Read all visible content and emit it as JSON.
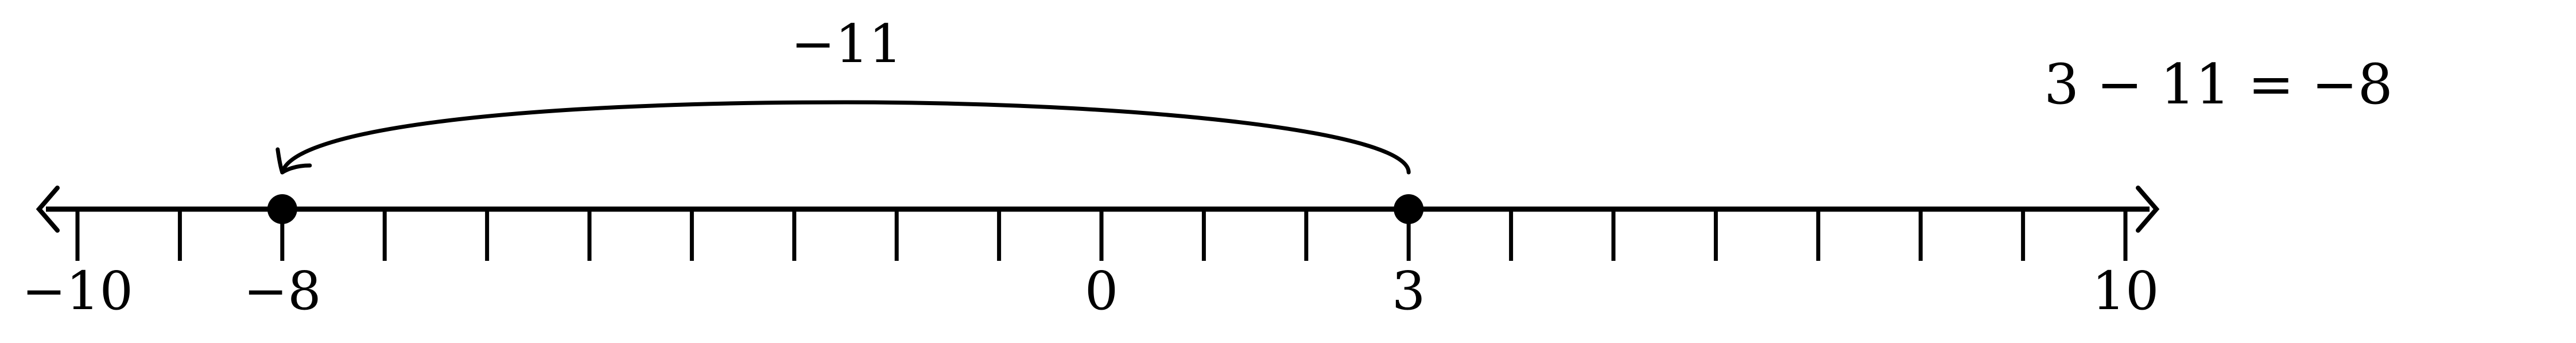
{
  "number_line": {
    "min": -10,
    "max": 10,
    "tick_step": 1,
    "tick_labels": [
      {
        "value": -10,
        "text": "−10"
      },
      {
        "value": -8,
        "text": "−8"
      },
      {
        "value": 0,
        "text": "0"
      },
      {
        "value": 3,
        "text": "3"
      },
      {
        "value": 10,
        "text": "10"
      }
    ],
    "arrows_both_ends": true
  },
  "points": [
    {
      "value": -8
    },
    {
      "value": 3
    }
  ],
  "jump": {
    "from": 3,
    "to": -8,
    "label": "−11"
  },
  "equation": "3 − 11 = −8",
  "colors": {
    "ink": "#000000",
    "background": "#ffffff"
  }
}
